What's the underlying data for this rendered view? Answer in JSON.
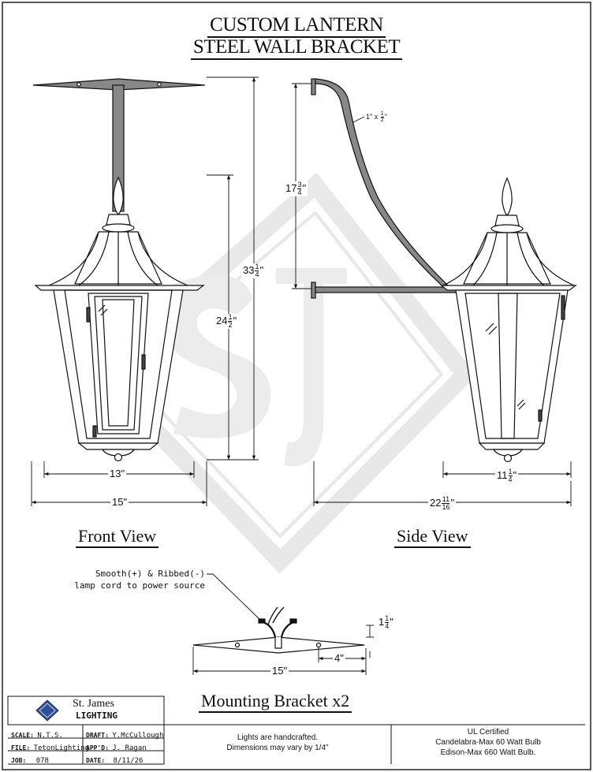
{
  "title": {
    "line1": "CUSTOM LANTERN",
    "line2": "STEEL WALL BRACKET"
  },
  "front_view": {
    "label": "Front View",
    "dims": {
      "overall_height": {
        "whole": "33",
        "num": "1",
        "den": "4",
        "unit": "\""
      },
      "lantern_height": {
        "whole": "24",
        "num": "1",
        "den": "2",
        "unit": "\""
      },
      "body_width": "13\"",
      "overall_width": "15\""
    }
  },
  "side_view": {
    "label": "Side View",
    "arm_size": {
      "prefix": "1\" x ",
      "num": "1",
      "den": "2",
      "unit": "\""
    },
    "dims": {
      "arm_rise": {
        "whole": "17",
        "num": "3",
        "den": "4",
        "unit": "\""
      },
      "depth_lantern": {
        "whole": "11",
        "num": "1",
        "den": "4",
        "unit": "\""
      },
      "overall_projection": {
        "whole": "22",
        "num": "11",
        "den": "16",
        "unit": "\""
      }
    }
  },
  "mounting_bracket": {
    "label": "Mounting Bracket x2",
    "note_line1": "Smooth(+) & Ribbed(-)",
    "note_line2": "lamp cord to power source",
    "dims": {
      "height": {
        "whole": "1",
        "num": "1",
        "den": "4",
        "unit": "\""
      },
      "hole_offset": "4\"",
      "width": "15\""
    }
  },
  "title_block": {
    "company_line1": "St. James",
    "company_line2": "LIGHTING",
    "rows": [
      {
        "k1": "SCALE:",
        "v1": "N.T.S.",
        "k2": "DRAFT:",
        "v2": "Y.McCullough"
      },
      {
        "k1": "FILE:",
        "v1": "TetonLighting",
        "k2": "APP'D:",
        "v2": "J. Ragan"
      },
      {
        "k1": "JOB:",
        "v1": "078",
        "k2": "DATE:",
        "v2": "8/11/26"
      }
    ],
    "handcrafted_line1": "Lights are handcrafted.",
    "handcrafted_line2": "Dimensions may vary by 1/4\"",
    "ul_line1": "UL Certified",
    "ul_line2": "Candelabra-Max 60 Watt Bulb",
    "ul_line3": "Edison-Max 660 Watt Bulb."
  }
}
